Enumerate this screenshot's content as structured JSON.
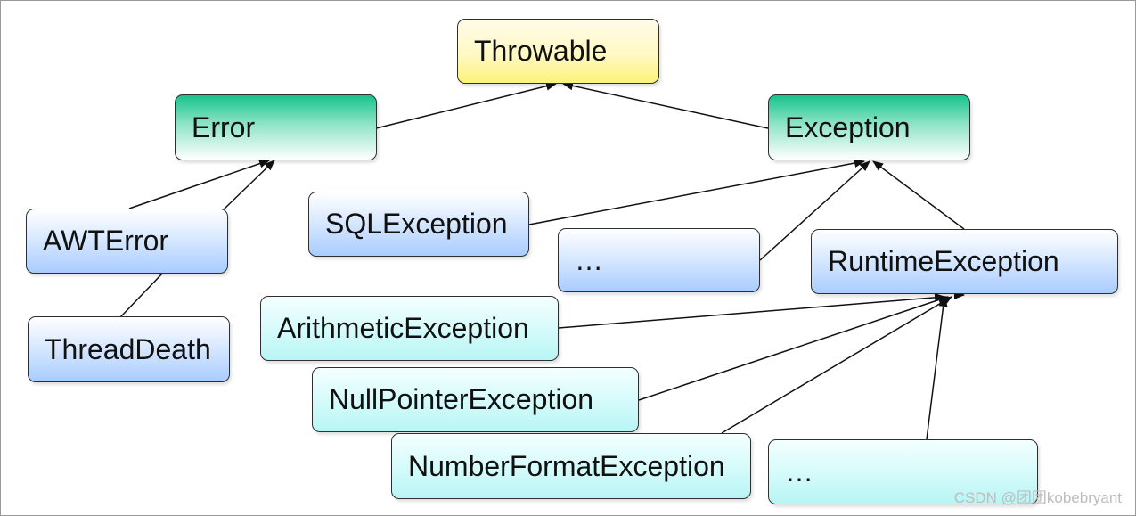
{
  "nodes": {
    "throwable": "Throwable",
    "error": "Error",
    "exception": "Exception",
    "awt_error": "AWTError",
    "thread_death": "ThreadDeath",
    "sql_exception": "SQLException",
    "exception_more": "…",
    "runtime_exception": "RuntimeException",
    "arithmetic_exception": "ArithmeticException",
    "null_pointer_exception": "NullPointerException",
    "number_format_exception": "NumberFormatException",
    "runtime_more": "…"
  },
  "colors": {
    "root": "#fff9c4",
    "category": "#16c38c",
    "subclass": "#a9ccff",
    "runtime_subclass": "#b8f5f5"
  },
  "watermark": "CSDN @团团kobebryant"
}
